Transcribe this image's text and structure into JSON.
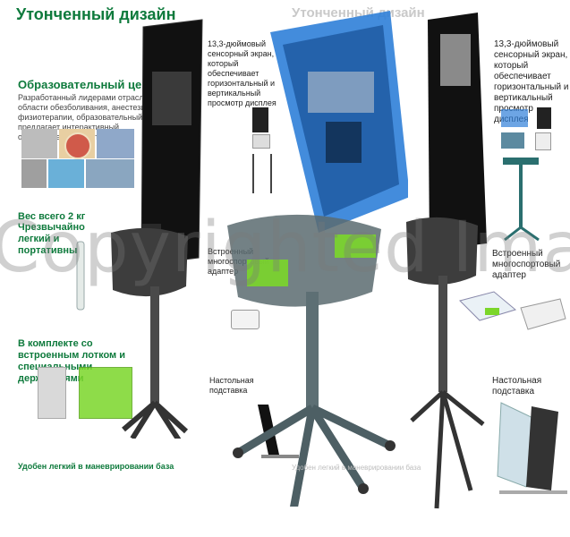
{
  "titles": {
    "main": "Утонченный дизайн",
    "faint": "Утонченный дизайн"
  },
  "education": {
    "heading": "Образовательный центр",
    "text": "Разработанный лидерами отрасли в области обезболивания, анестезии и физиотерапии, образовательный центр предлагает интерактивный образовательный интерфейс"
  },
  "weight": {
    "heading": "Вес всего 2 кг",
    "subheading": "Чрезвычайно легкий и портативный"
  },
  "tray": {
    "heading": "В комплекте со встроенным лотком и специальными держателями"
  },
  "maneuver": {
    "label": "Удобен легкий в маневрировании база"
  },
  "display": {
    "left": "13,3-дюймовый сенсорный экран, который обеспечивает горизонтальный и вертикальный просмотр дисплея",
    "right": "13,3-дюймовый сенсорный экран, который обеспечивает горизонтальный и вертикальный просмотр дисплея"
  },
  "adapter": {
    "left": "Встроенный многоспортовый адаптер",
    "right": "Встроенный многоспортовый адаптер"
  },
  "stand": {
    "left": "Настольная подставка",
    "right": "Настольная подставка"
  },
  "watermark": "Copyrighted Image",
  "colors": {
    "accent": "#0e7a3c",
    "overlay_blue": "#2f7fd8",
    "overlay_green": "#7bd62a"
  }
}
